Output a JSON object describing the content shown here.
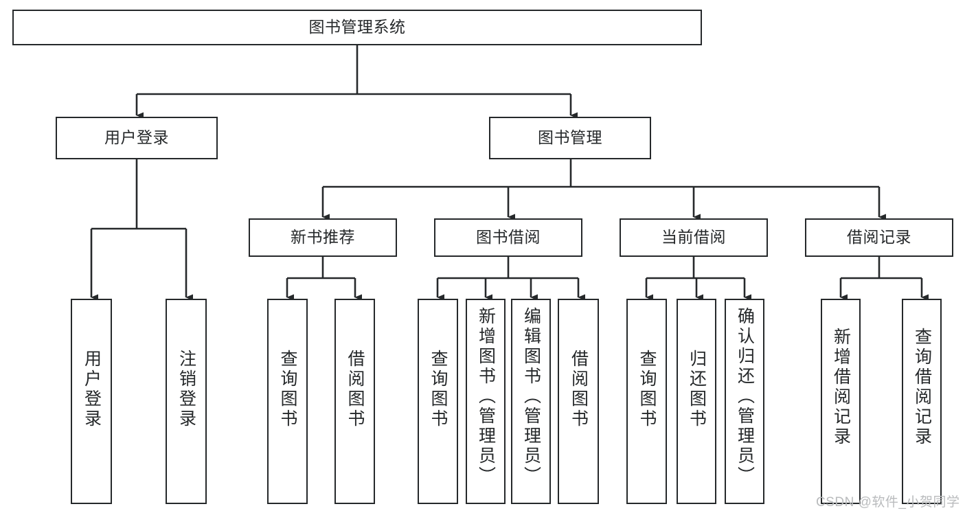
{
  "diagram": {
    "type": "tree-hierarchy",
    "title": "图书管理系统",
    "orientation": "top-down",
    "colors": {
      "box_border": "#25282a",
      "box_fill": "#ffffff",
      "edge": "#25282a",
      "text": "#25282a",
      "watermark": "#b9bbbd",
      "background": "#ffffff"
    },
    "nodes": {
      "root": {
        "label": "图书管理系统",
        "level": 0,
        "orientation": "horizontal"
      },
      "user_login": {
        "label": "用户登录",
        "level": 1,
        "orientation": "horizontal"
      },
      "book_manage": {
        "label": "图书管理",
        "level": 1,
        "orientation": "horizontal"
      },
      "new_book_rec": {
        "label": "新书推荐",
        "level": 2,
        "orientation": "horizontal"
      },
      "book_borrow": {
        "label": "图书借阅",
        "level": 2,
        "orientation": "horizontal"
      },
      "current_borrow": {
        "label": "当前借阅",
        "level": 2,
        "orientation": "horizontal"
      },
      "borrow_record": {
        "label": "借阅记录",
        "level": 2,
        "orientation": "horizontal"
      },
      "leaf_user_login": {
        "label": "用户登录",
        "level": 2,
        "orientation": "vertical"
      },
      "leaf_logout": {
        "label": "注销登录",
        "level": 2,
        "orientation": "vertical"
      },
      "leaf_query_book_1": {
        "label": "查询图书",
        "level": 3,
        "orientation": "vertical"
      },
      "leaf_borrow_book_1": {
        "label": "借阅图书",
        "level": 3,
        "orientation": "vertical"
      },
      "leaf_query_book_2": {
        "label": "查询图书",
        "level": 3,
        "orientation": "vertical"
      },
      "leaf_add_book": {
        "label": "新增图书（管理员）",
        "level": 3,
        "orientation": "vertical"
      },
      "leaf_edit_book": {
        "label": "编辑图书（管理员）",
        "level": 3,
        "orientation": "vertical"
      },
      "leaf_borrow_book_2": {
        "label": "借阅图书",
        "level": 3,
        "orientation": "vertical"
      },
      "leaf_query_book_3": {
        "label": "查询图书",
        "level": 3,
        "orientation": "vertical"
      },
      "leaf_return_book": {
        "label": "归还图书",
        "level": 3,
        "orientation": "vertical"
      },
      "leaf_confirm_return": {
        "label": "确认归还（管理员）",
        "level": 3,
        "orientation": "vertical"
      },
      "leaf_add_record": {
        "label": "新增借阅记录",
        "level": 3,
        "orientation": "vertical"
      },
      "leaf_query_record": {
        "label": "查询借阅记录",
        "level": 3,
        "orientation": "vertical"
      }
    },
    "edges": [
      {
        "from": "root",
        "to": "user_login"
      },
      {
        "from": "root",
        "to": "book_manage"
      },
      {
        "from": "user_login",
        "to": "leaf_user_login"
      },
      {
        "from": "user_login",
        "to": "leaf_logout"
      },
      {
        "from": "book_manage",
        "to": "new_book_rec"
      },
      {
        "from": "book_manage",
        "to": "book_borrow"
      },
      {
        "from": "book_manage",
        "to": "current_borrow"
      },
      {
        "from": "book_manage",
        "to": "borrow_record"
      },
      {
        "from": "new_book_rec",
        "to": "leaf_query_book_1"
      },
      {
        "from": "new_book_rec",
        "to": "leaf_borrow_book_1"
      },
      {
        "from": "book_borrow",
        "to": "leaf_query_book_2"
      },
      {
        "from": "book_borrow",
        "to": "leaf_add_book"
      },
      {
        "from": "book_borrow",
        "to": "leaf_edit_book"
      },
      {
        "from": "book_borrow",
        "to": "leaf_borrow_book_2"
      },
      {
        "from": "current_borrow",
        "to": "leaf_query_book_3"
      },
      {
        "from": "current_borrow",
        "to": "leaf_return_book"
      },
      {
        "from": "current_borrow",
        "to": "leaf_confirm_return"
      },
      {
        "from": "borrow_record",
        "to": "leaf_add_record"
      },
      {
        "from": "borrow_record",
        "to": "leaf_query_record"
      }
    ]
  },
  "watermark": {
    "text": "CSDN @软件_小贺同学"
  }
}
